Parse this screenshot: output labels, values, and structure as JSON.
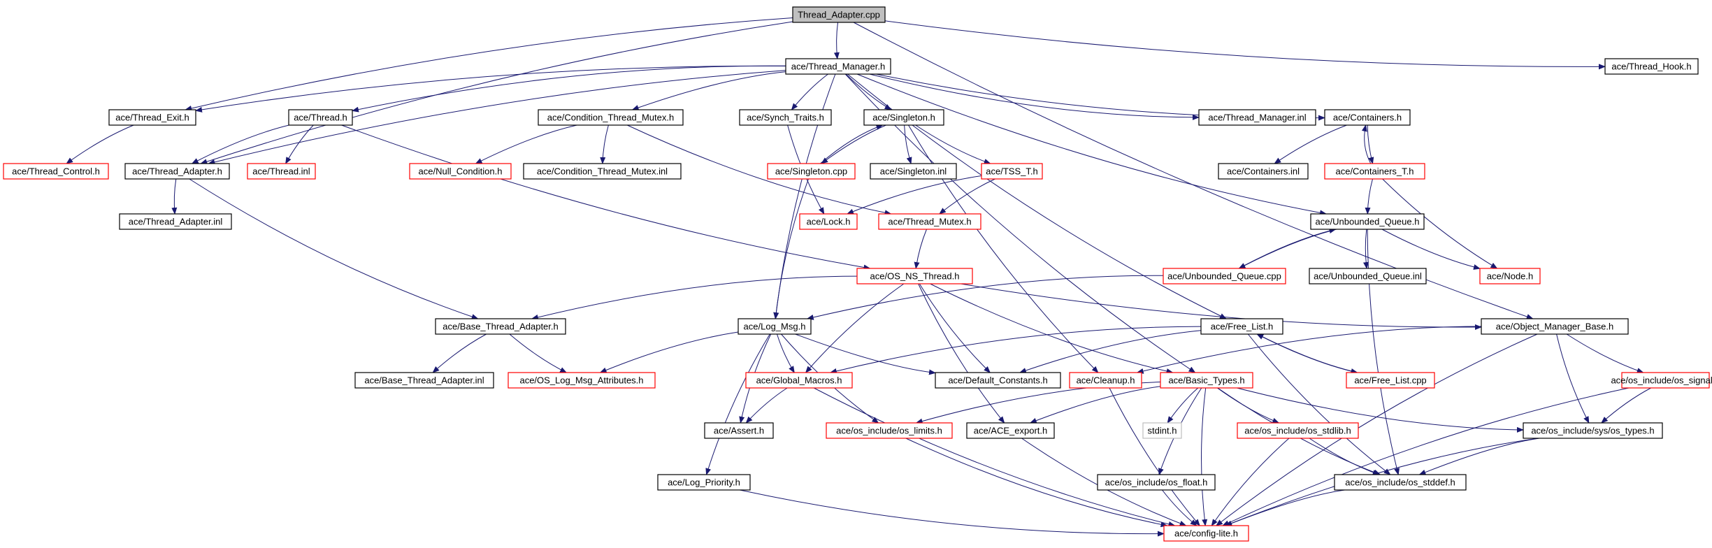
{
  "graph": {
    "colors": {
      "edge": "#191970",
      "border_normal": "#000000",
      "border_truncated": "#ff0000",
      "border_undocumented": "#bfbfbf",
      "root_fill": "#bfbfbf",
      "fill": "#ffffff"
    },
    "nodes": [
      {
        "id": "root",
        "label": "Thread_Adapter.cpp",
        "style": "root"
      },
      {
        "id": "tmgr",
        "label": "ace/Thread_Manager.h",
        "style": "normal"
      },
      {
        "id": "thook",
        "label": "ace/Thread_Hook.h",
        "style": "normal"
      },
      {
        "id": "texit",
        "label": "ace/Thread_Exit.h",
        "style": "normal"
      },
      {
        "id": "thread",
        "label": "ace/Thread.h",
        "style": "normal"
      },
      {
        "id": "ctm",
        "label": "ace/Condition_Thread_Mutex.h",
        "style": "normal"
      },
      {
        "id": "synch",
        "label": "ace/Synch_Traits.h",
        "style": "normal"
      },
      {
        "id": "singleton",
        "label": "ace/Singleton.h",
        "style": "normal"
      },
      {
        "id": "tminl",
        "label": "ace/Thread_Manager.inl",
        "style": "normal"
      },
      {
        "id": "containers",
        "label": "ace/Containers.h",
        "style": "normal"
      },
      {
        "id": "tctrl",
        "label": "ace/Thread_Control.h",
        "style": "truncated"
      },
      {
        "id": "tadapt",
        "label": "ace/Thread_Adapter.h",
        "style": "normal"
      },
      {
        "id": "threadinl",
        "label": "ace/Thread.inl",
        "style": "truncated"
      },
      {
        "id": "nullcond",
        "label": "ace/Null_Condition.h",
        "style": "truncated"
      },
      {
        "id": "ctminl",
        "label": "ace/Condition_Thread_Mutex.inl",
        "style": "normal"
      },
      {
        "id": "singcpp",
        "label": "ace/Singleton.cpp",
        "style": "truncated"
      },
      {
        "id": "singinl",
        "label": "ace/Singleton.inl",
        "style": "normal"
      },
      {
        "id": "tss",
        "label": "ace/TSS_T.h",
        "style": "truncated"
      },
      {
        "id": "continl",
        "label": "ace/Containers.inl",
        "style": "normal"
      },
      {
        "id": "contT",
        "label": "ace/Containers_T.h",
        "style": "truncated"
      },
      {
        "id": "tadinl",
        "label": "ace/Thread_Adapter.inl",
        "style": "normal"
      },
      {
        "id": "lock",
        "label": "ace/Lock.h",
        "style": "truncated"
      },
      {
        "id": "tmutex",
        "label": "ace/Thread_Mutex.h",
        "style": "truncated"
      },
      {
        "id": "ubq",
        "label": "ace/Unbounded_Queue.h",
        "style": "normal"
      },
      {
        "id": "osns",
        "label": "ace/OS_NS_Thread.h",
        "style": "truncated"
      },
      {
        "id": "ubqcpp",
        "label": "ace/Unbounded_Queue.cpp",
        "style": "truncated"
      },
      {
        "id": "ubqinl",
        "label": "ace/Unbounded_Queue.inl",
        "style": "normal"
      },
      {
        "id": "node",
        "label": "ace/Node.h",
        "style": "truncated"
      },
      {
        "id": "btadapt",
        "label": "ace/Base_Thread_Adapter.h",
        "style": "normal"
      },
      {
        "id": "logmsg",
        "label": "ace/Log_Msg.h",
        "style": "normal"
      },
      {
        "id": "freelist",
        "label": "ace/Free_List.h",
        "style": "normal"
      },
      {
        "id": "omb",
        "label": "ace/Object_Manager_Base.h",
        "style": "normal"
      },
      {
        "id": "btainl",
        "label": "ace/Base_Thread_Adapter.inl",
        "style": "normal"
      },
      {
        "id": "oslma",
        "label": "ace/OS_Log_Msg_Attributes.h",
        "style": "truncated"
      },
      {
        "id": "globmac",
        "label": "ace/Global_Macros.h",
        "style": "truncated"
      },
      {
        "id": "defconst",
        "label": "ace/Default_Constants.h",
        "style": "normal"
      },
      {
        "id": "cleanup",
        "label": "ace/Cleanup.h",
        "style": "truncated"
      },
      {
        "id": "btypes",
        "label": "ace/Basic_Types.h",
        "style": "truncated"
      },
      {
        "id": "flcpp",
        "label": "ace/Free_List.cpp",
        "style": "truncated"
      },
      {
        "id": "ossignal",
        "label": "ace/os_include/os_signal.h",
        "style": "truncated"
      },
      {
        "id": "assert",
        "label": "ace/Assert.h",
        "style": "normal"
      },
      {
        "id": "oslimits",
        "label": "ace/os_include/os_limits.h",
        "style": "truncated"
      },
      {
        "id": "aceexport",
        "label": "ace/ACE_export.h",
        "style": "normal"
      },
      {
        "id": "stdint",
        "label": "stdint.h",
        "style": "undocumented"
      },
      {
        "id": "osstdlib",
        "label": "ace/os_include/os_stdlib.h",
        "style": "truncated"
      },
      {
        "id": "ostypes",
        "label": "ace/os_include/sys/os_types.h",
        "style": "normal"
      },
      {
        "id": "logprio",
        "label": "ace/Log_Priority.h",
        "style": "normal"
      },
      {
        "id": "osfloat",
        "label": "ace/os_include/os_float.h",
        "style": "normal"
      },
      {
        "id": "osstddef",
        "label": "ace/os_include/os_stddef.h",
        "style": "normal"
      },
      {
        "id": "configlite",
        "label": "ace/config-lite.h",
        "style": "truncated"
      }
    ],
    "edges": [
      [
        "root",
        "tmgr"
      ],
      [
        "root",
        "thook"
      ],
      [
        "root",
        "texit"
      ],
      [
        "root",
        "tadapt"
      ],
      [
        "root",
        "omb"
      ],
      [
        "tmgr",
        "texit"
      ],
      [
        "tmgr",
        "thread"
      ],
      [
        "tmgr",
        "ctm"
      ],
      [
        "tmgr",
        "synch"
      ],
      [
        "tmgr",
        "singleton"
      ],
      [
        "tmgr",
        "tminl"
      ],
      [
        "tmgr",
        "containers"
      ],
      [
        "tmgr",
        "tadapt"
      ],
      [
        "tmgr",
        "logmsg"
      ],
      [
        "tmgr",
        "ubq"
      ],
      [
        "tmgr",
        "freelist"
      ],
      [
        "tmgr",
        "btypes"
      ],
      [
        "texit",
        "tctrl"
      ],
      [
        "thread",
        "tadapt"
      ],
      [
        "thread",
        "threadinl"
      ],
      [
        "thread",
        "osns"
      ],
      [
        "ctm",
        "nullcond"
      ],
      [
        "ctm",
        "ctminl"
      ],
      [
        "ctm",
        "tmutex"
      ],
      [
        "synch",
        "lock"
      ],
      [
        "singleton",
        "singcpp"
      ],
      [
        "singleton",
        "singinl"
      ],
      [
        "singleton",
        "tss"
      ],
      [
        "singleton",
        "cleanup"
      ],
      [
        "singcpp",
        "singleton"
      ],
      [
        "singcpp",
        "logmsg"
      ],
      [
        "tss",
        "lock"
      ],
      [
        "tss",
        "tmutex"
      ],
      [
        "containers",
        "continl"
      ],
      [
        "containers",
        "contT"
      ],
      [
        "contT",
        "containers"
      ],
      [
        "contT",
        "ubq"
      ],
      [
        "contT",
        "node"
      ],
      [
        "tadapt",
        "tadinl"
      ],
      [
        "tadapt",
        "btadapt"
      ],
      [
        "tmutex",
        "osns"
      ],
      [
        "ubq",
        "ubqcpp"
      ],
      [
        "ubq",
        "ubqinl"
      ],
      [
        "ubq",
        "node"
      ],
      [
        "ubq",
        "osstddef"
      ],
      [
        "ubqcpp",
        "ubq"
      ],
      [
        "ubqcpp",
        "logmsg"
      ],
      [
        "osns",
        "btadapt"
      ],
      [
        "osns",
        "globmac"
      ],
      [
        "osns",
        "defconst"
      ],
      [
        "osns",
        "aceexport"
      ],
      [
        "osns",
        "btypes"
      ],
      [
        "osns",
        "omb"
      ],
      [
        "btadapt",
        "btainl"
      ],
      [
        "btadapt",
        "oslma"
      ],
      [
        "logmsg",
        "oslma"
      ],
      [
        "logmsg",
        "globmac"
      ],
      [
        "logmsg",
        "defconst"
      ],
      [
        "logmsg",
        "assert"
      ],
      [
        "logmsg",
        "oslimits"
      ],
      [
        "logmsg",
        "logprio"
      ],
      [
        "freelist",
        "flcpp"
      ],
      [
        "freelist",
        "globmac"
      ],
      [
        "freelist",
        "defconst"
      ],
      [
        "freelist",
        "osstddef"
      ],
      [
        "flcpp",
        "freelist"
      ],
      [
        "omb",
        "cleanup"
      ],
      [
        "omb",
        "ossignal"
      ],
      [
        "omb",
        "ostypes"
      ],
      [
        "omb",
        "configlite"
      ],
      [
        "globmac",
        "assert"
      ],
      [
        "globmac",
        "configlite"
      ],
      [
        "cleanup",
        "configlite"
      ],
      [
        "btypes",
        "oslimits"
      ],
      [
        "btypes",
        "aceexport"
      ],
      [
        "btypes",
        "stdint"
      ],
      [
        "btypes",
        "osstdlib"
      ],
      [
        "btypes",
        "ostypes"
      ],
      [
        "btypes",
        "osfloat"
      ],
      [
        "btypes",
        "osstddef"
      ],
      [
        "btypes",
        "configlite"
      ],
      [
        "ossignal",
        "ostypes"
      ],
      [
        "ossignal",
        "configlite"
      ],
      [
        "oslimits",
        "configlite"
      ],
      [
        "aceexport",
        "configlite"
      ],
      [
        "osstdlib",
        "osstddef"
      ],
      [
        "osstdlib",
        "configlite"
      ],
      [
        "ostypes",
        "osstddef"
      ],
      [
        "ostypes",
        "configlite"
      ],
      [
        "logprio",
        "configlite"
      ],
      [
        "osfloat",
        "configlite"
      ],
      [
        "osstddef",
        "configlite"
      ]
    ]
  }
}
